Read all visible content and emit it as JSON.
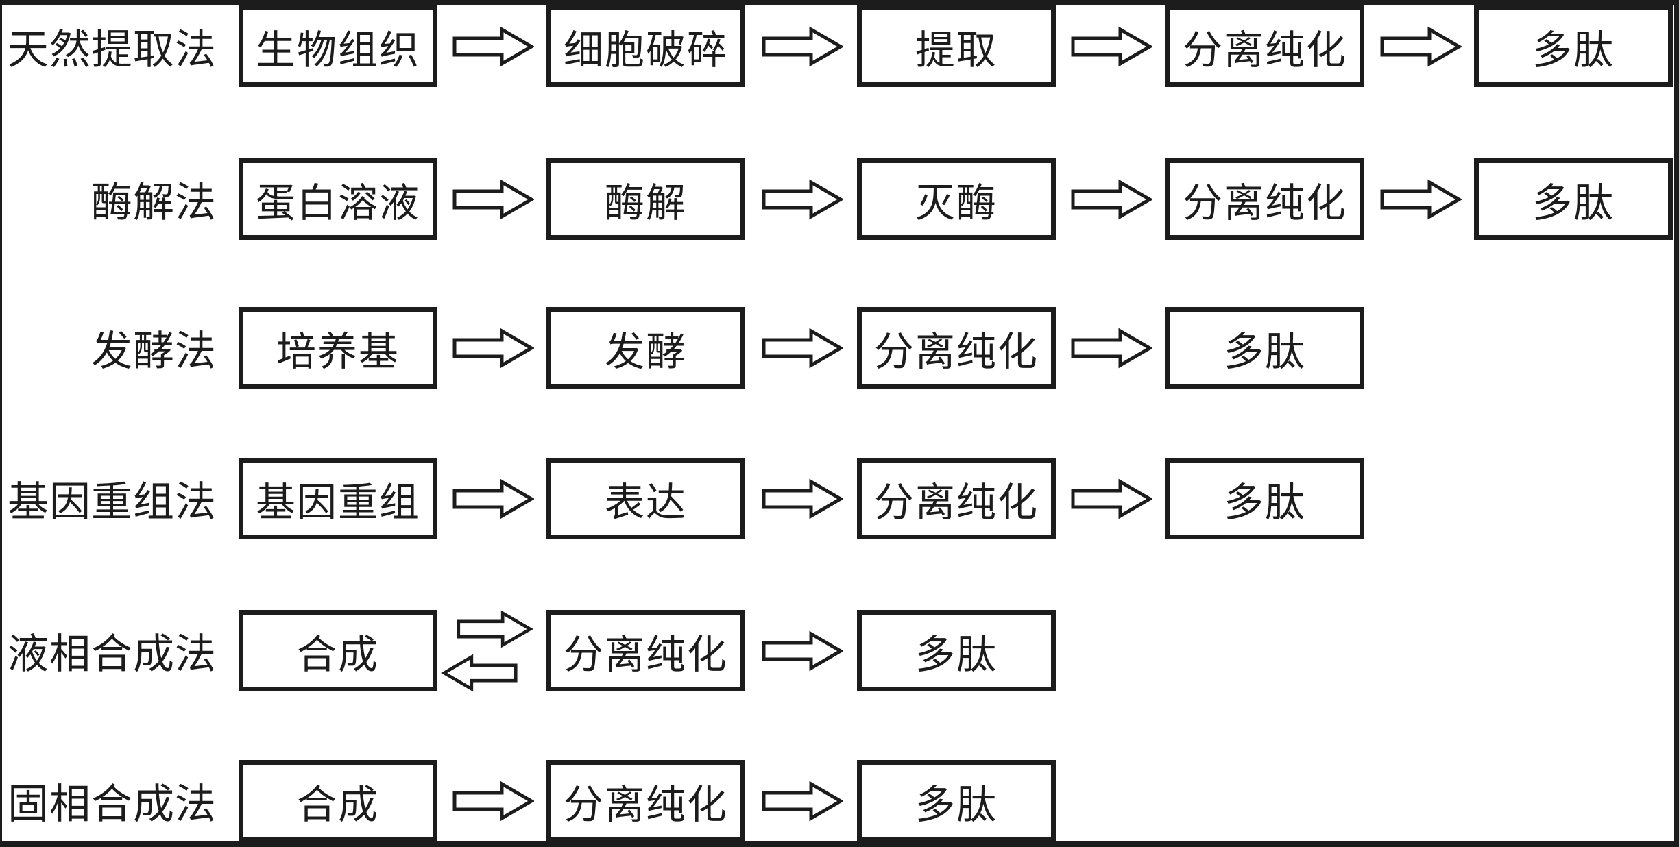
{
  "diagram": {
    "description_topic": "多肽制备方法流程图",
    "colors": {
      "ink": "#1c1c1c",
      "background": "#ffffff"
    },
    "rows": [
      {
        "label": "天然提取法",
        "steps": [
          "生物组织",
          "细胞破碎",
          "提取",
          "分离纯化",
          "多肽"
        ],
        "connectors": [
          "right",
          "right",
          "right",
          "right"
        ]
      },
      {
        "label": "酶解法",
        "steps": [
          "蛋白溶液",
          "酶解",
          "灭酶",
          "分离纯化",
          "多肽"
        ],
        "connectors": [
          "right",
          "right",
          "right",
          "right"
        ]
      },
      {
        "label": "发酵法",
        "steps": [
          "培养基",
          "发酵",
          "分离纯化",
          "多肽"
        ],
        "connectors": [
          "right",
          "right",
          "right"
        ]
      },
      {
        "label": "基因重组法",
        "steps": [
          "基因重组",
          "表达",
          "分离纯化",
          "多肽"
        ],
        "connectors": [
          "right",
          "right",
          "right"
        ]
      },
      {
        "label": "液相合成法",
        "steps": [
          "合成",
          "分离纯化",
          "多肽"
        ],
        "connectors": [
          "bidirectional",
          "right"
        ]
      },
      {
        "label": "固相合成法",
        "steps": [
          "合成",
          "分离纯化",
          "多肽"
        ],
        "connectors": [
          "right",
          "right"
        ]
      }
    ]
  }
}
